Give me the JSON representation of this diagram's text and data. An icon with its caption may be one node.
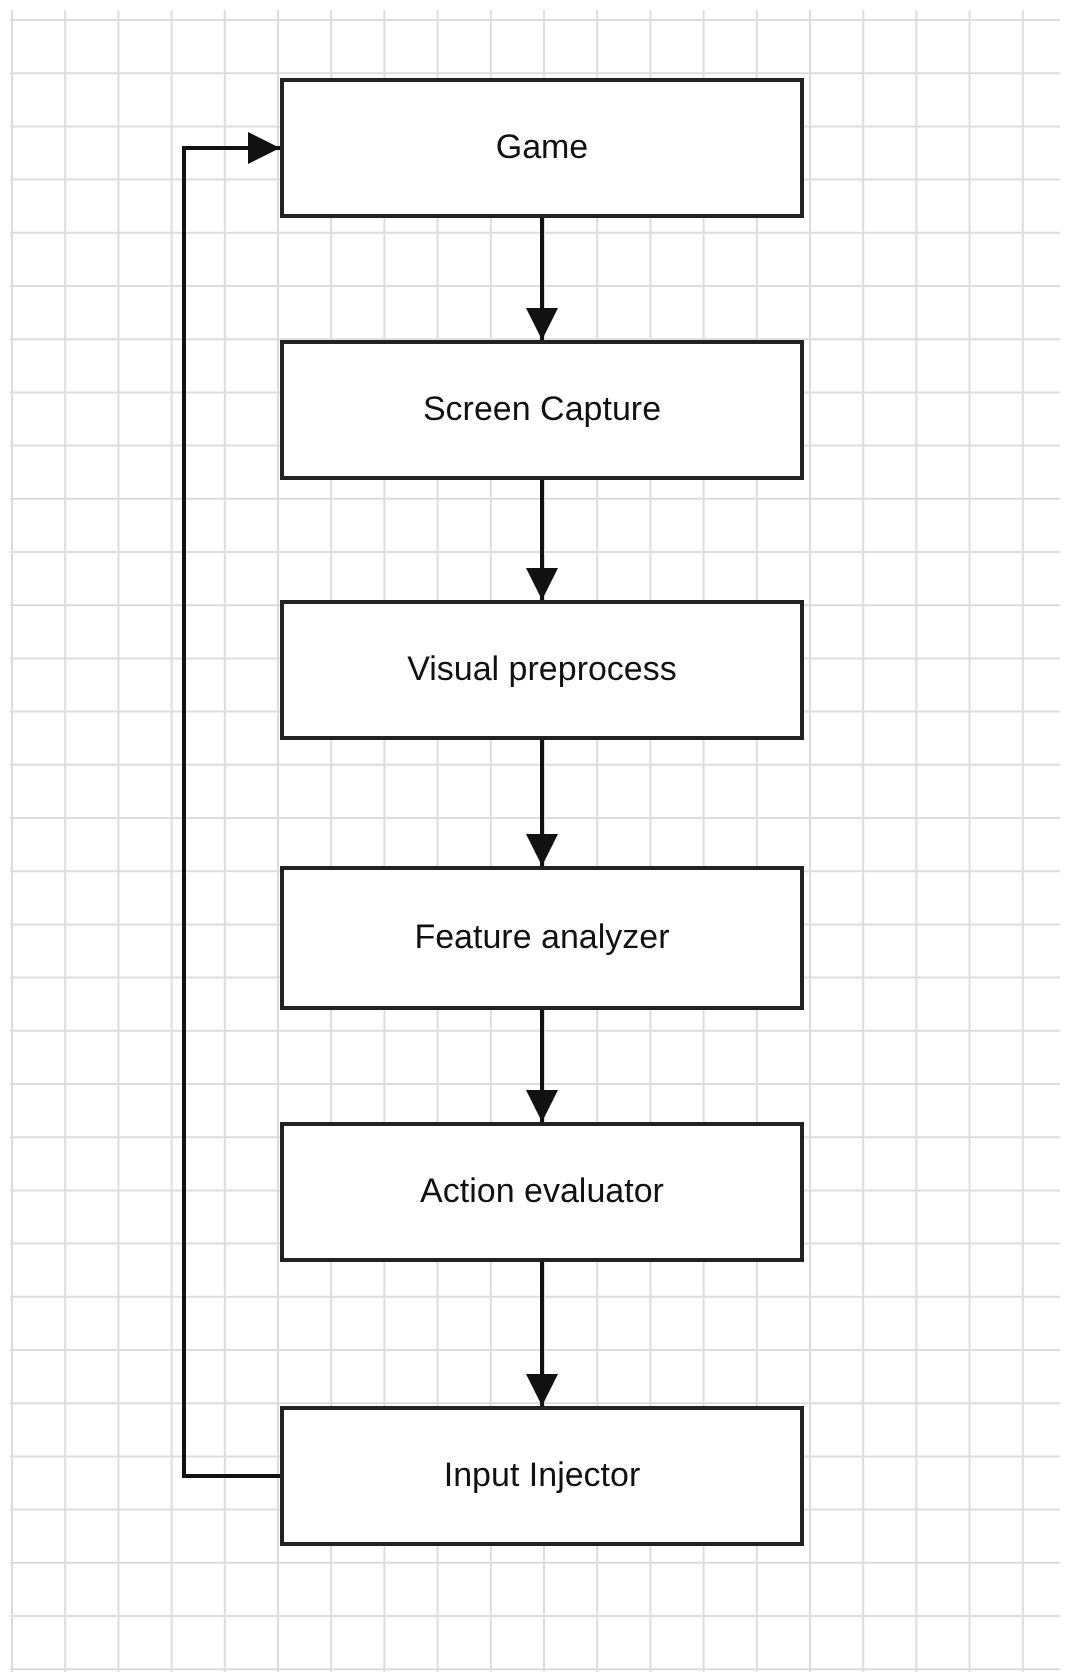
{
  "diagram": {
    "nodes": [
      {
        "text": [
          "Game"
        ]
      },
      {
        "text": [
          "Screen Capture"
        ]
      },
      {
        "text": [
          "Visual preprocess"
        ]
      },
      {
        "text": [
          "Feature analyzer"
        ]
      },
      {
        "text": [
          "Action evaluator"
        ]
      },
      {
        "text": [
          "Input Injector"
        ]
      }
    ],
    "edges": [
      {
        "from": 0,
        "to": 1,
        "arrow": "to"
      },
      {
        "from": 1,
        "to": 2,
        "arrow": "to"
      },
      {
        "from": 2,
        "to": 3,
        "arrow": "to"
      },
      {
        "from": 3,
        "to": 4,
        "arrow": "to"
      },
      {
        "from": 4,
        "to": 5,
        "arrow": "to"
      },
      {
        "from": 5,
        "to": 0,
        "arrow": "to"
      }
    ]
  }
}
